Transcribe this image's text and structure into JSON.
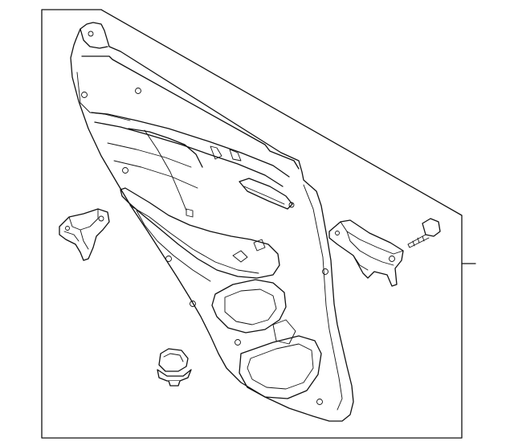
{
  "diagram": {
    "parts": [
      {
        "id": "door-trim-panel",
        "icon": "door-trim-panel-icon"
      },
      {
        "id": "handle-bracket",
        "icon": "handle-bracket-icon"
      },
      {
        "id": "pull-handle",
        "icon": "pull-handle-icon"
      },
      {
        "id": "bolt",
        "icon": "bolt-icon"
      },
      {
        "id": "push-clip",
        "icon": "push-clip-icon"
      }
    ],
    "stroke_color": "#111111",
    "background_color": "#ffffff"
  }
}
